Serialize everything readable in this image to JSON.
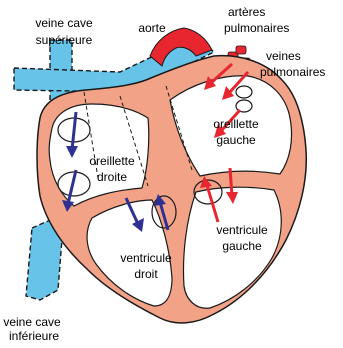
{
  "labels": {
    "veine_cave_superieure": [
      "veine cave",
      "supérieure"
    ],
    "aorte": "aorte",
    "arteres_pulmonaires": [
      "artères",
      "pulmonaires"
    ],
    "veines_pulmonaires": [
      "veines",
      "pulmonaires"
    ],
    "oreillette_droite": [
      "oreillette",
      "droite"
    ],
    "oreillette_gauche": [
      "oreillette",
      "gauche"
    ],
    "ventricule_droit": [
      "ventricule",
      "droit"
    ],
    "ventricule_gauche": [
      "ventricule",
      "gauche"
    ],
    "veine_cave_inferieure": [
      "veine cave",
      "inférieure"
    ]
  },
  "colors": {
    "vein_blue": "#67c3e8",
    "heart_wall": "#f2a287",
    "aorta_red": "#e8262f",
    "arrow_blue": "#2e3192",
    "arrow_red": "#e8262f",
    "outline": "#1a1a1a"
  }
}
